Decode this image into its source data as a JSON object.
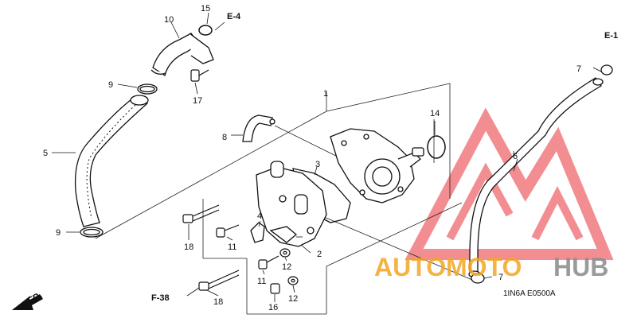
{
  "diagram": {
    "callouts": {
      "c1": "1",
      "c2": "2",
      "c3": "3",
      "c4": "4",
      "c5": "5",
      "c6": "6",
      "c7a": "7",
      "c7b": "7",
      "c8": "8",
      "c9a": "9",
      "c9b": "9",
      "c10": "10",
      "c11a": "11",
      "c11b": "11",
      "c12a": "12",
      "c12b": "12",
      "c14": "14",
      "c15": "15",
      "c16": "16",
      "c17": "17",
      "c18a": "18",
      "c18b": "18"
    },
    "refs": {
      "e4": "E-4",
      "e1": "E-1",
      "f38": "F-38"
    },
    "front_arrow_label": "FR.",
    "diagram_code": "1IN6A  E0500A"
  },
  "watermark": {
    "part1": "AUTO",
    "part2": "MOTO",
    "part3": "HUB",
    "color_red": "#e8333a",
    "color_orange": "#f3a623",
    "color_gray": "#8a8a8a"
  }
}
